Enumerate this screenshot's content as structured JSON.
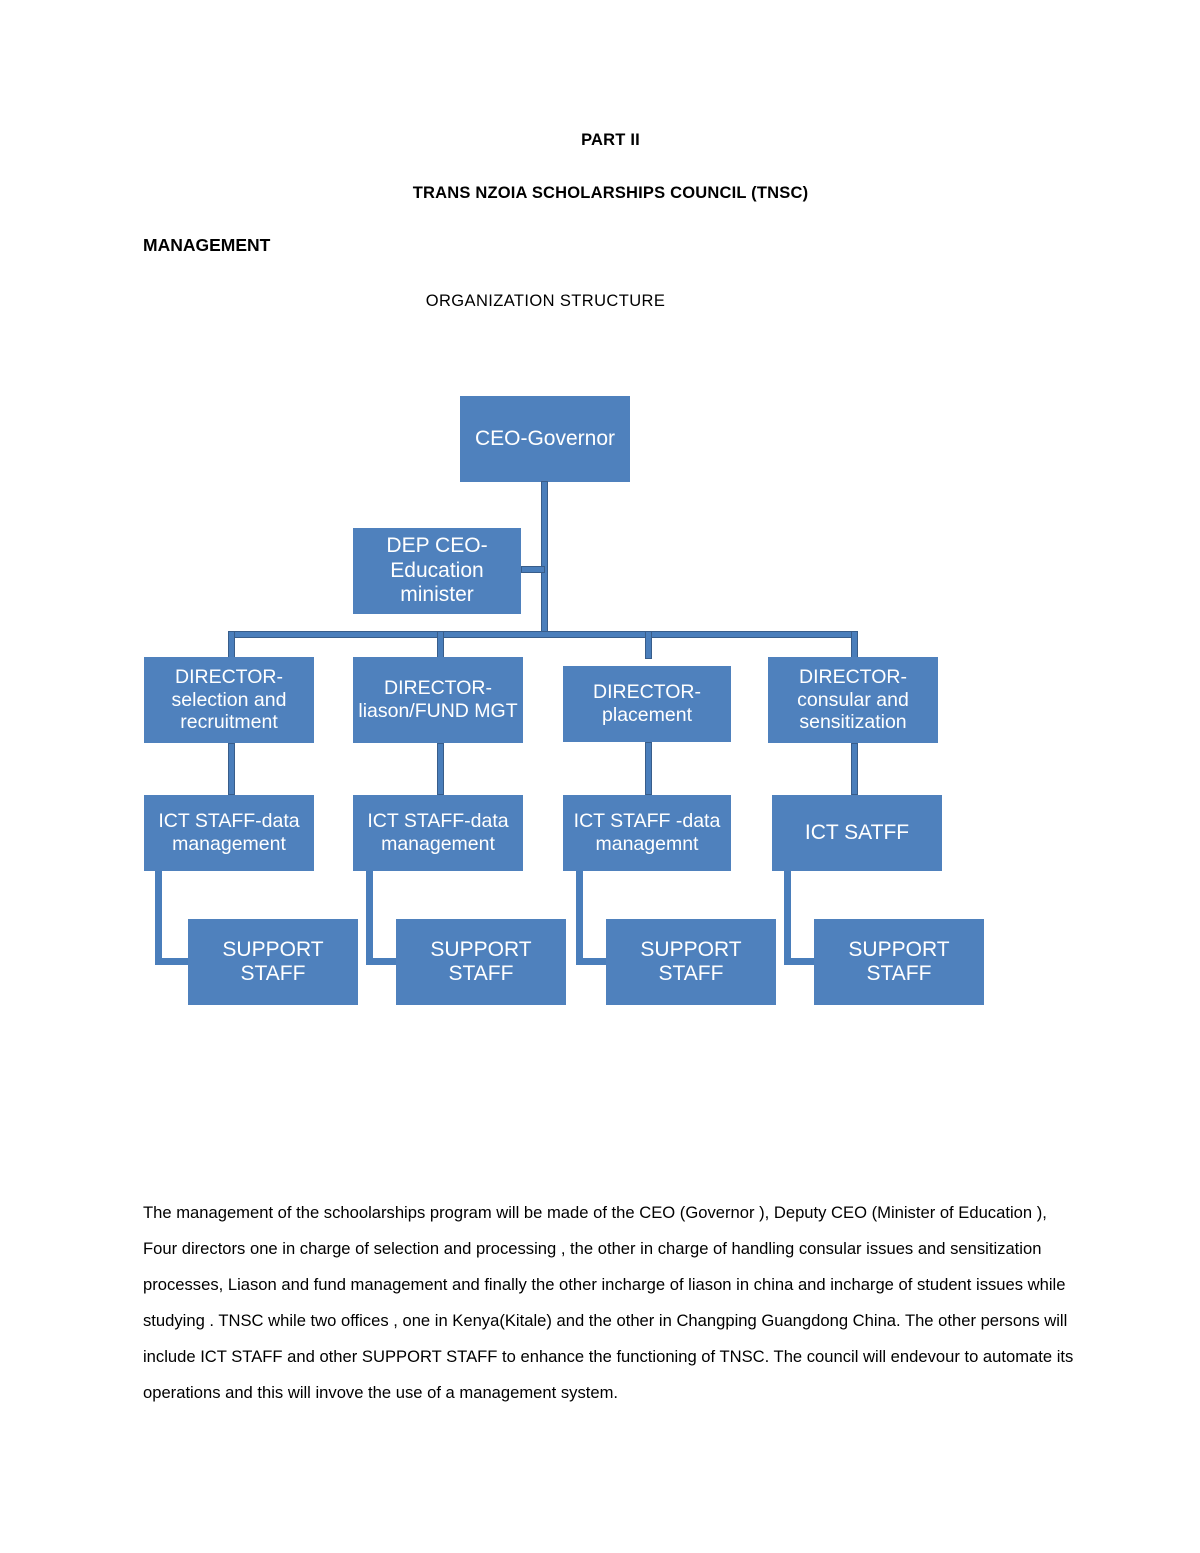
{
  "document": {
    "headings": {
      "part": "PART II",
      "council": "TRANS NZOIA SCHOLARSHIPS COUNCIL (TNSC)",
      "section": "MANAGEMENT",
      "chart_title": "ORGANIZATION STRUCTURE"
    },
    "body_paragraph": "The management of the schoolarships program will be made of the CEO (Governor ), Deputy CEO (Minister of Education ), Four directors one in charge of selection and processing , the other in charge of handling consular issues and sensitization processes, Liason and fund management and finally the other incharge of liason in china and incharge of student issues while studying . TNSC while two offices , one in Kenya(Kitale) and the other in Changping Guangdong China. The other persons will include ICT STAFF and other SUPPORT STAFF to enhance the functioning of TNSC. The council will endevour to automate its operations and this will invove the use of  a management system."
  },
  "colors": {
    "node_fill": "#4F81BD",
    "connector_fill": "#4A7EBB",
    "connector_stroke": "#385D8A",
    "node_text": "#FFFFFF",
    "page_background": "#FFFFFF"
  },
  "org_chart": {
    "title": "ORGANIZATION STRUCTURE",
    "nodes": {
      "ceo": "CEO-Governor",
      "deputy": "DEP CEO-Education minister",
      "directors": [
        "DIRECTOR-selection and recruitment",
        "DIRECTOR-liason/FUND MGT",
        "DIRECTOR-placement",
        "DIRECTOR-consular and sensitization"
      ],
      "ict": [
        "ICT STAFF-data management",
        "ICT STAFF-data management",
        "ICT STAFF -data managemnt",
        "ICT SATFF"
      ],
      "support": [
        "SUPPORT STAFF",
        "SUPPORT STAFF",
        "SUPPORT STAFF",
        "SUPPORT STAFF"
      ]
    }
  }
}
